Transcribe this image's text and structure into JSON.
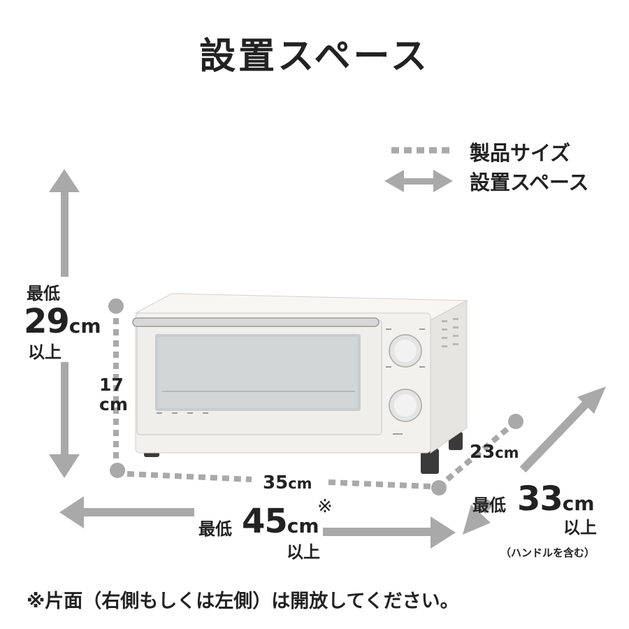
{
  "title": "設置スペース",
  "legend": {
    "product_size": "製品サイズ",
    "install_space": "設置スペース"
  },
  "height_min": {
    "prefix": "最低",
    "value": "29",
    "unit": "cm",
    "suffix": "以上"
  },
  "product_height": {
    "value": "17",
    "unit": "cm"
  },
  "product_width": {
    "value": "35",
    "unit": "cm"
  },
  "product_depth": {
    "value": "23",
    "unit": "cm"
  },
  "width_min": {
    "prefix": "最低",
    "value": "45",
    "unit": "cm",
    "note_mark": "※",
    "suffix": "以上"
  },
  "depth_min": {
    "prefix": "最低",
    "value": "33",
    "unit": "cm",
    "suffix": "以上",
    "note": "（ハンドルを含む）"
  },
  "footnote": "※片面（右側もしくは左側）は開放してください。",
  "colors": {
    "arrow": "#a9a9a9",
    "text": "#222222",
    "oven_body": "#f2f1ee",
    "oven_window": "#c9cccd"
  }
}
